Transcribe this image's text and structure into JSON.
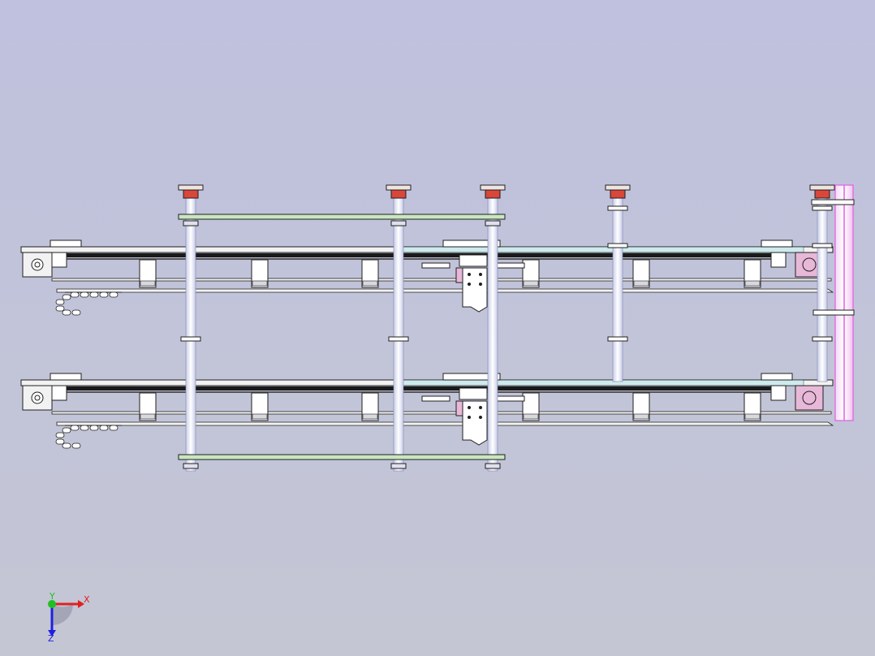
{
  "viewport": {
    "background_top": "#bfc1de",
    "background_bottom": "#c4c6d4"
  },
  "colors": {
    "rail_fill": "#f2f2f2",
    "outline": "#202020",
    "belt": "#1a1a1a",
    "column_fill": "#f4f6fb",
    "plate_green": "#c9e6c0",
    "cap_red": "#d9463a",
    "cap_light": "#f0e4e0",
    "motor_pink": "#e8b8d8",
    "pink_bar": "#e060e0",
    "cyan_strip": "#bfe8ec",
    "axis_x": "#e02020",
    "axis_y": "#20c020",
    "axis_z": "#2020e0"
  },
  "triad": {
    "x_label": "X",
    "y_label": "Y",
    "z_label": "Z"
  }
}
